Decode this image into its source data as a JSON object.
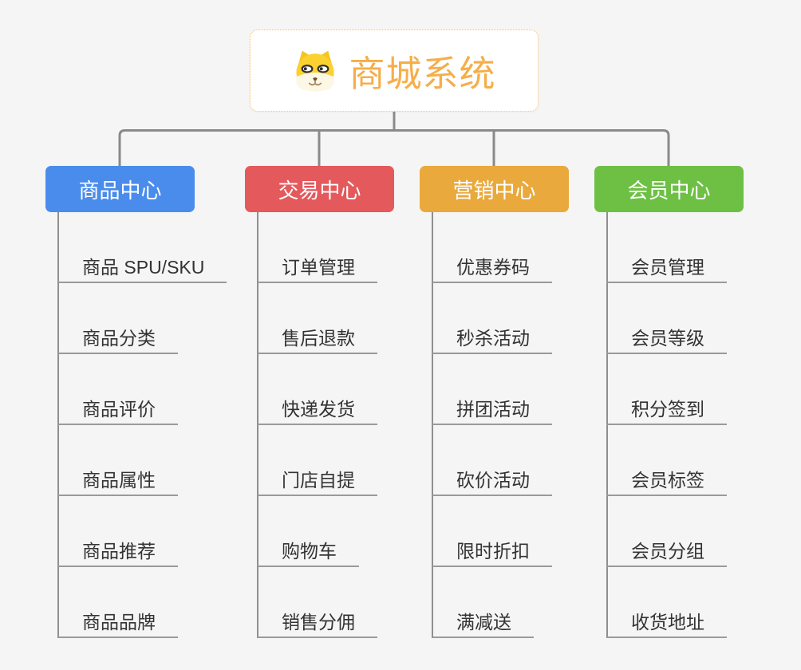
{
  "root": {
    "title": "商城系统",
    "icon": "dog-face-icon"
  },
  "branches": [
    {
      "label": "商品中心",
      "color": "#4a8cec",
      "items": [
        "商品 SPU/SKU",
        "商品分类",
        "商品评价",
        "商品属性",
        "商品推荐",
        "商品品牌"
      ]
    },
    {
      "label": "交易中心",
      "color": "#e4595c",
      "items": [
        "订单管理",
        "售后退款",
        "快递发货",
        "门店自提",
        "购物车",
        "销售分佣"
      ]
    },
    {
      "label": "营销中心",
      "color": "#e9a93c",
      "items": [
        "优惠券码",
        "秒杀活动",
        "拼团活动",
        "砍价活动",
        "限时折扣",
        "满减送"
      ]
    },
    {
      "label": "会员中心",
      "color": "#6ec044",
      "items": [
        "会员管理",
        "会员等级",
        "积分签到",
        "会员标签",
        "会员分组",
        "收货地址"
      ]
    }
  ],
  "colors": {
    "background": "#f5f5f6",
    "connector": "#8a8a8a",
    "underline": "#9a9a9a",
    "item_text": "#333333",
    "root_accent": "#f5ae4a",
    "root_border": "#f3c06c"
  }
}
